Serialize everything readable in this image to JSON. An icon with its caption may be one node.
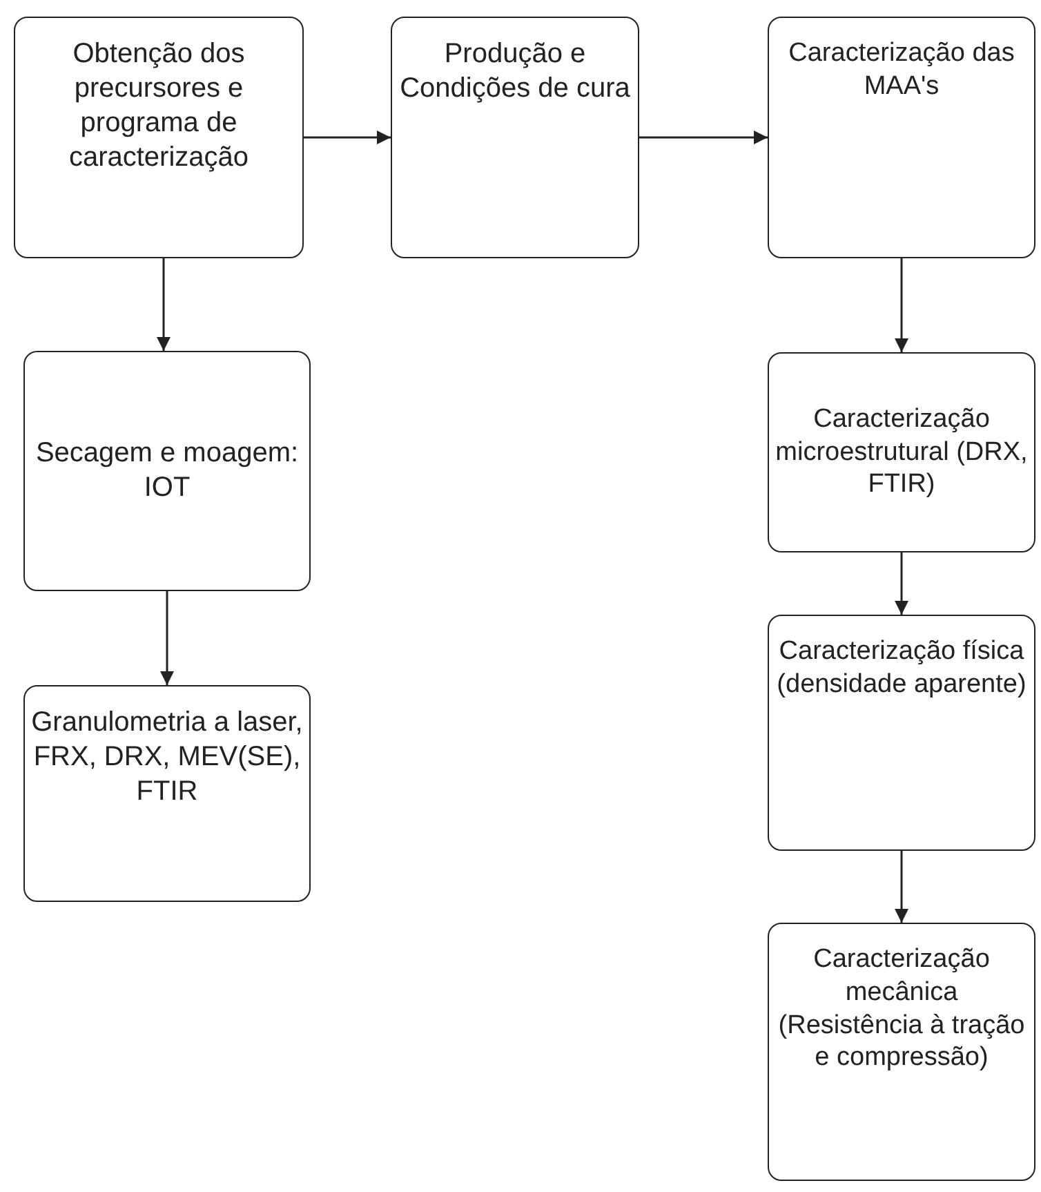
{
  "diagram": {
    "nodes": [
      {
        "text": [
          "Obtenção dos precursores e programa de caracterização"
        ]
      },
      {
        "text": [
          "Produção e Condições de cura"
        ]
      },
      {
        "text": [
          "Caracterização das MAA's"
        ]
      },
      {
        "text": [
          "Secagem e moagem: IOT"
        ]
      },
      {
        "text": [
          "Granulometria a laser, FRX, DRX, MEV(SE), FTIR"
        ]
      },
      {
        "text": [
          "Caracterização microestrutural (DRX, FTIR)"
        ]
      },
      {
        "text": [
          "Caracterização física (densidade aparente)"
        ]
      },
      {
        "text": [
          "Caracterização mecânica (Resistência à tração e compressão)"
        ]
      }
    ],
    "edges": [
      {
        "from": 0,
        "to": 1,
        "arrow": "to"
      },
      {
        "from": 1,
        "to": 2,
        "arrow": "to"
      },
      {
        "from": 0,
        "to": 3,
        "arrow": "to"
      },
      {
        "from": 3,
        "to": 4,
        "arrow": "to"
      },
      {
        "from": 2,
        "to": 5,
        "arrow": "to"
      },
      {
        "from": 5,
        "to": 6,
        "arrow": "to"
      },
      {
        "from": 6,
        "to": 7,
        "arrow": "to"
      }
    ]
  }
}
